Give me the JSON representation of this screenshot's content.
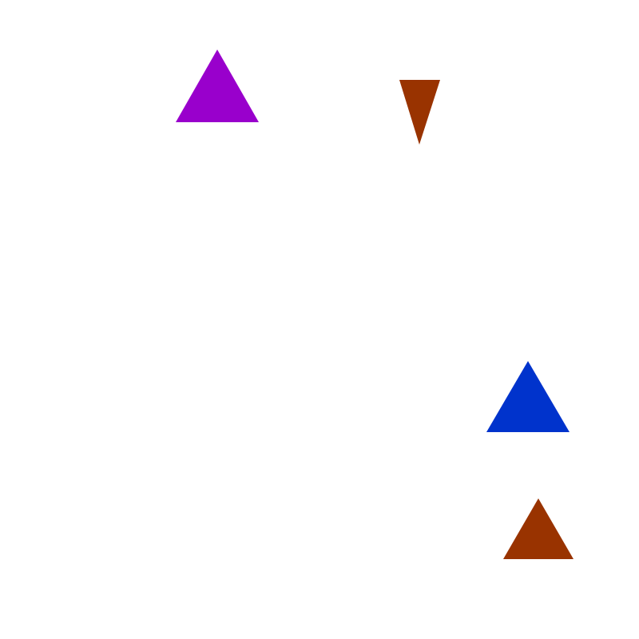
{
  "background": "#ffffff",
  "shapes": [
    {
      "kind": "triangle-up",
      "color": "#9900cc"
    },
    {
      "kind": "triangle-down",
      "color": "#993300"
    },
    {
      "kind": "triangle-up",
      "color": "#0033cc"
    },
    {
      "kind": "triangle-up",
      "color": "#993300"
    }
  ]
}
